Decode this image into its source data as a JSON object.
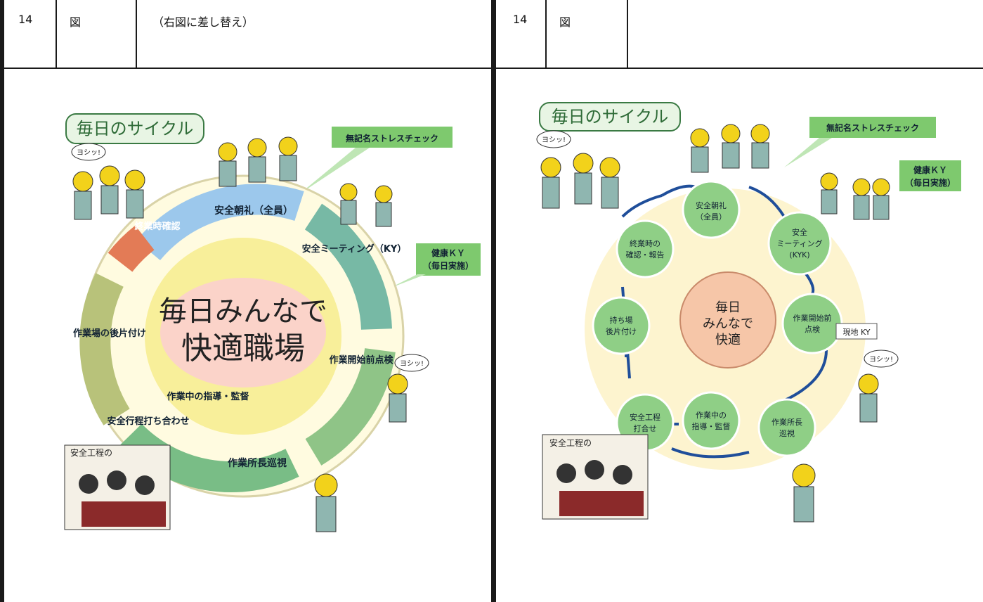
{
  "left": {
    "header": {
      "number": "14",
      "figure_label": "図",
      "note": "（右図に差し替え）"
    },
    "diagram": {
      "title": "毎日のサイクル",
      "center_line1": "毎日みんなで",
      "center_line2": "快適職場",
      "steps": [
        "安全朝礼（全員）",
        "安全ミーティング（KY）",
        "作業開始前点検",
        "作業所長巡視",
        "安全行程打ち合わせ",
        "作業中の指導・監督",
        "作業場の後片付け",
        "終業時確認"
      ],
      "callout_stress": "無記名ストレスチェック",
      "callout_ky_line1": "健康ＫＹ",
      "callout_ky_line2": "（毎日実施）",
      "caption_meeting": "安全工程の",
      "yoshi": "ヨシッ!"
    }
  },
  "right": {
    "header": {
      "number": "14",
      "figure_label": "図"
    },
    "diagram": {
      "title": "毎日のサイクル",
      "center": [
        "毎日",
        "みんなで",
        "快適"
      ],
      "nodes": [
        {
          "lines": [
            "安全朝礼",
            "（全員）"
          ]
        },
        {
          "lines": [
            "安全",
            "ミーティング",
            "(KYK)"
          ]
        },
        {
          "lines": [
            "作業開始前",
            "点検"
          ]
        },
        {
          "lines": [
            "作業所長",
            "巡視"
          ]
        },
        {
          "lines": [
            "作業中の",
            "指導・監督"
          ]
        },
        {
          "lines": [
            "安全工程",
            "打合せ"
          ]
        },
        {
          "lines": [
            "持ち場",
            "後片付け"
          ]
        },
        {
          "lines": [
            "終業時の",
            "確認・報告"
          ]
        }
      ],
      "genchi_ky": "現地 KY",
      "callout_stress": "無記名ストレスチェック",
      "callout_ky_line1": "健康ＫＹ",
      "callout_ky_line2": "（毎日実施）",
      "caption_meeting": "安全工程の",
      "yoshi": "ヨシッ!"
    }
  },
  "colors": {
    "node_fill": "#8fcf86",
    "arrow": "#1f4e9a",
    "callout": "#7ec96e",
    "helmet": "#f2d21b",
    "worker": "#8fb6b0",
    "center_fill": "#f6c6a8"
  }
}
